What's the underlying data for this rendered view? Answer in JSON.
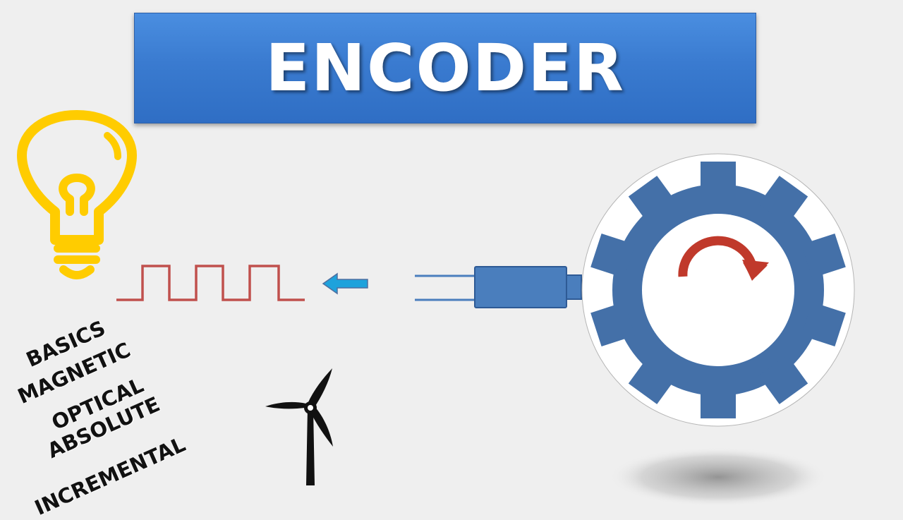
{
  "title": "ENCODER",
  "topics": [
    "BASICS",
    "MAGNETIC",
    "OPTICAL",
    "ABSOLUTE",
    "INCREMENTAL"
  ],
  "icons": {
    "bulb": "lightbulb-icon",
    "turbine": "wind-turbine-icon",
    "gear": "gear-icon",
    "rotation": "rotation-arrow-icon",
    "arrow": "left-arrow-icon",
    "sensor": "sensor-icon"
  },
  "colors": {
    "banner": "#3a7bd0",
    "bulb": "#ffcc00",
    "signal": "#c0504d",
    "gear": "#4470a8",
    "rotation_arrow": "#c0392b",
    "sensor": "#4a7ebd"
  }
}
